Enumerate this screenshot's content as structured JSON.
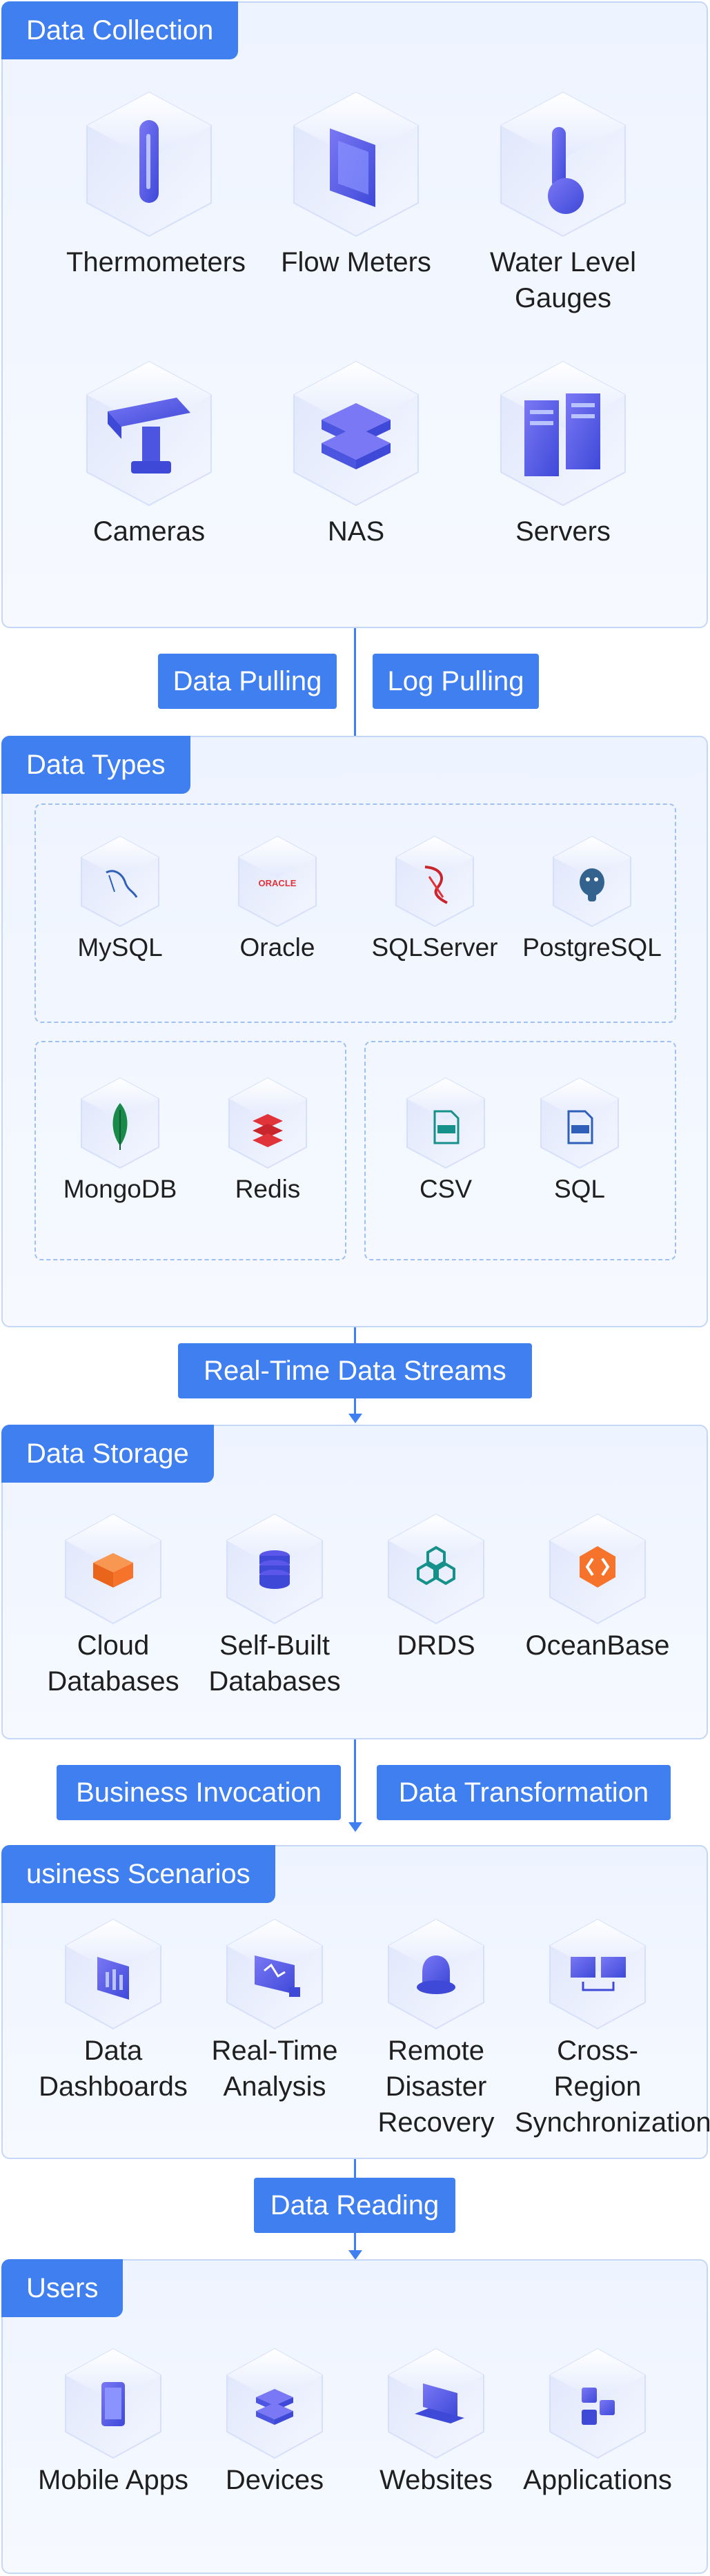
{
  "colors": {
    "accent": "#3f7ff0",
    "panel_border": "#c5d7f7",
    "dashed": "#9ec0f3",
    "icon_purple": "#5b57e8",
    "icon_orange": "#f5732a",
    "icon_teal": "#16908a",
    "icon_red": "#e0343a",
    "icon_green": "#1a8a4a"
  },
  "collection": {
    "title": "Data Collection",
    "items": [
      {
        "label": "Thermometers",
        "icon": "thermometer-icon"
      },
      {
        "label": "Flow Meters",
        "icon": "flow-meter-icon"
      },
      {
        "label": "Water Level Gauges",
        "icon": "water-level-icon"
      },
      {
        "label": "Cameras",
        "icon": "camera-icon"
      },
      {
        "label": "NAS",
        "icon": "nas-icon"
      },
      {
        "label": "Servers",
        "icon": "server-icon"
      }
    ]
  },
  "flow1": {
    "left": "Data Pulling",
    "right": "Log Pulling"
  },
  "types": {
    "title": "Data Types",
    "items": [
      {
        "label": "MySQL",
        "icon": "mysql-icon"
      },
      {
        "label": "Oracle",
        "icon": "oracle-icon",
        "logo_text": "ORACLE"
      },
      {
        "label": "SQLServer",
        "icon": "sqlserver-icon"
      },
      {
        "label": "PostgreSQL",
        "icon": "postgresql-icon"
      },
      {
        "label": "MongoDB",
        "icon": "mongodb-icon"
      },
      {
        "label": "Redis",
        "icon": "redis-icon"
      },
      {
        "label": "CSV",
        "icon": "csv-file-icon"
      },
      {
        "label": "SQL",
        "icon": "sql-file-icon"
      }
    ]
  },
  "flow2": {
    "label": "Real-Time Data Streams"
  },
  "storage": {
    "title": "Data Storage",
    "items": [
      {
        "label": "Cloud Databases",
        "icon": "cloud-database-icon"
      },
      {
        "label": "Self-Built Databases",
        "icon": "self-built-database-icon"
      },
      {
        "label": "DRDS",
        "icon": "drds-icon"
      },
      {
        "label": "OceanBase",
        "icon": "oceanbase-icon"
      }
    ]
  },
  "flow3": {
    "left": "Business Invocation",
    "right": "Data Transformation"
  },
  "scenarios": {
    "title": "usiness Scenarios",
    "items": [
      {
        "label": "Data Dashboards",
        "icon": "dashboard-icon"
      },
      {
        "label": "Real-Time Analysis",
        "icon": "analysis-icon"
      },
      {
        "label": "Remote Disaster Recovery",
        "icon": "disaster-recovery-icon"
      },
      {
        "label": "Cross-Region Synchronization",
        "icon": "sync-icon"
      }
    ]
  },
  "flow4": {
    "label": "Data Reading"
  },
  "users": {
    "title": "Users",
    "items": [
      {
        "label": "Mobile Apps",
        "icon": "mobile-app-icon"
      },
      {
        "label": "Devices",
        "icon": "device-icon"
      },
      {
        "label": "Websites",
        "icon": "website-icon"
      },
      {
        "label": "Applications",
        "icon": "application-icon"
      }
    ]
  }
}
